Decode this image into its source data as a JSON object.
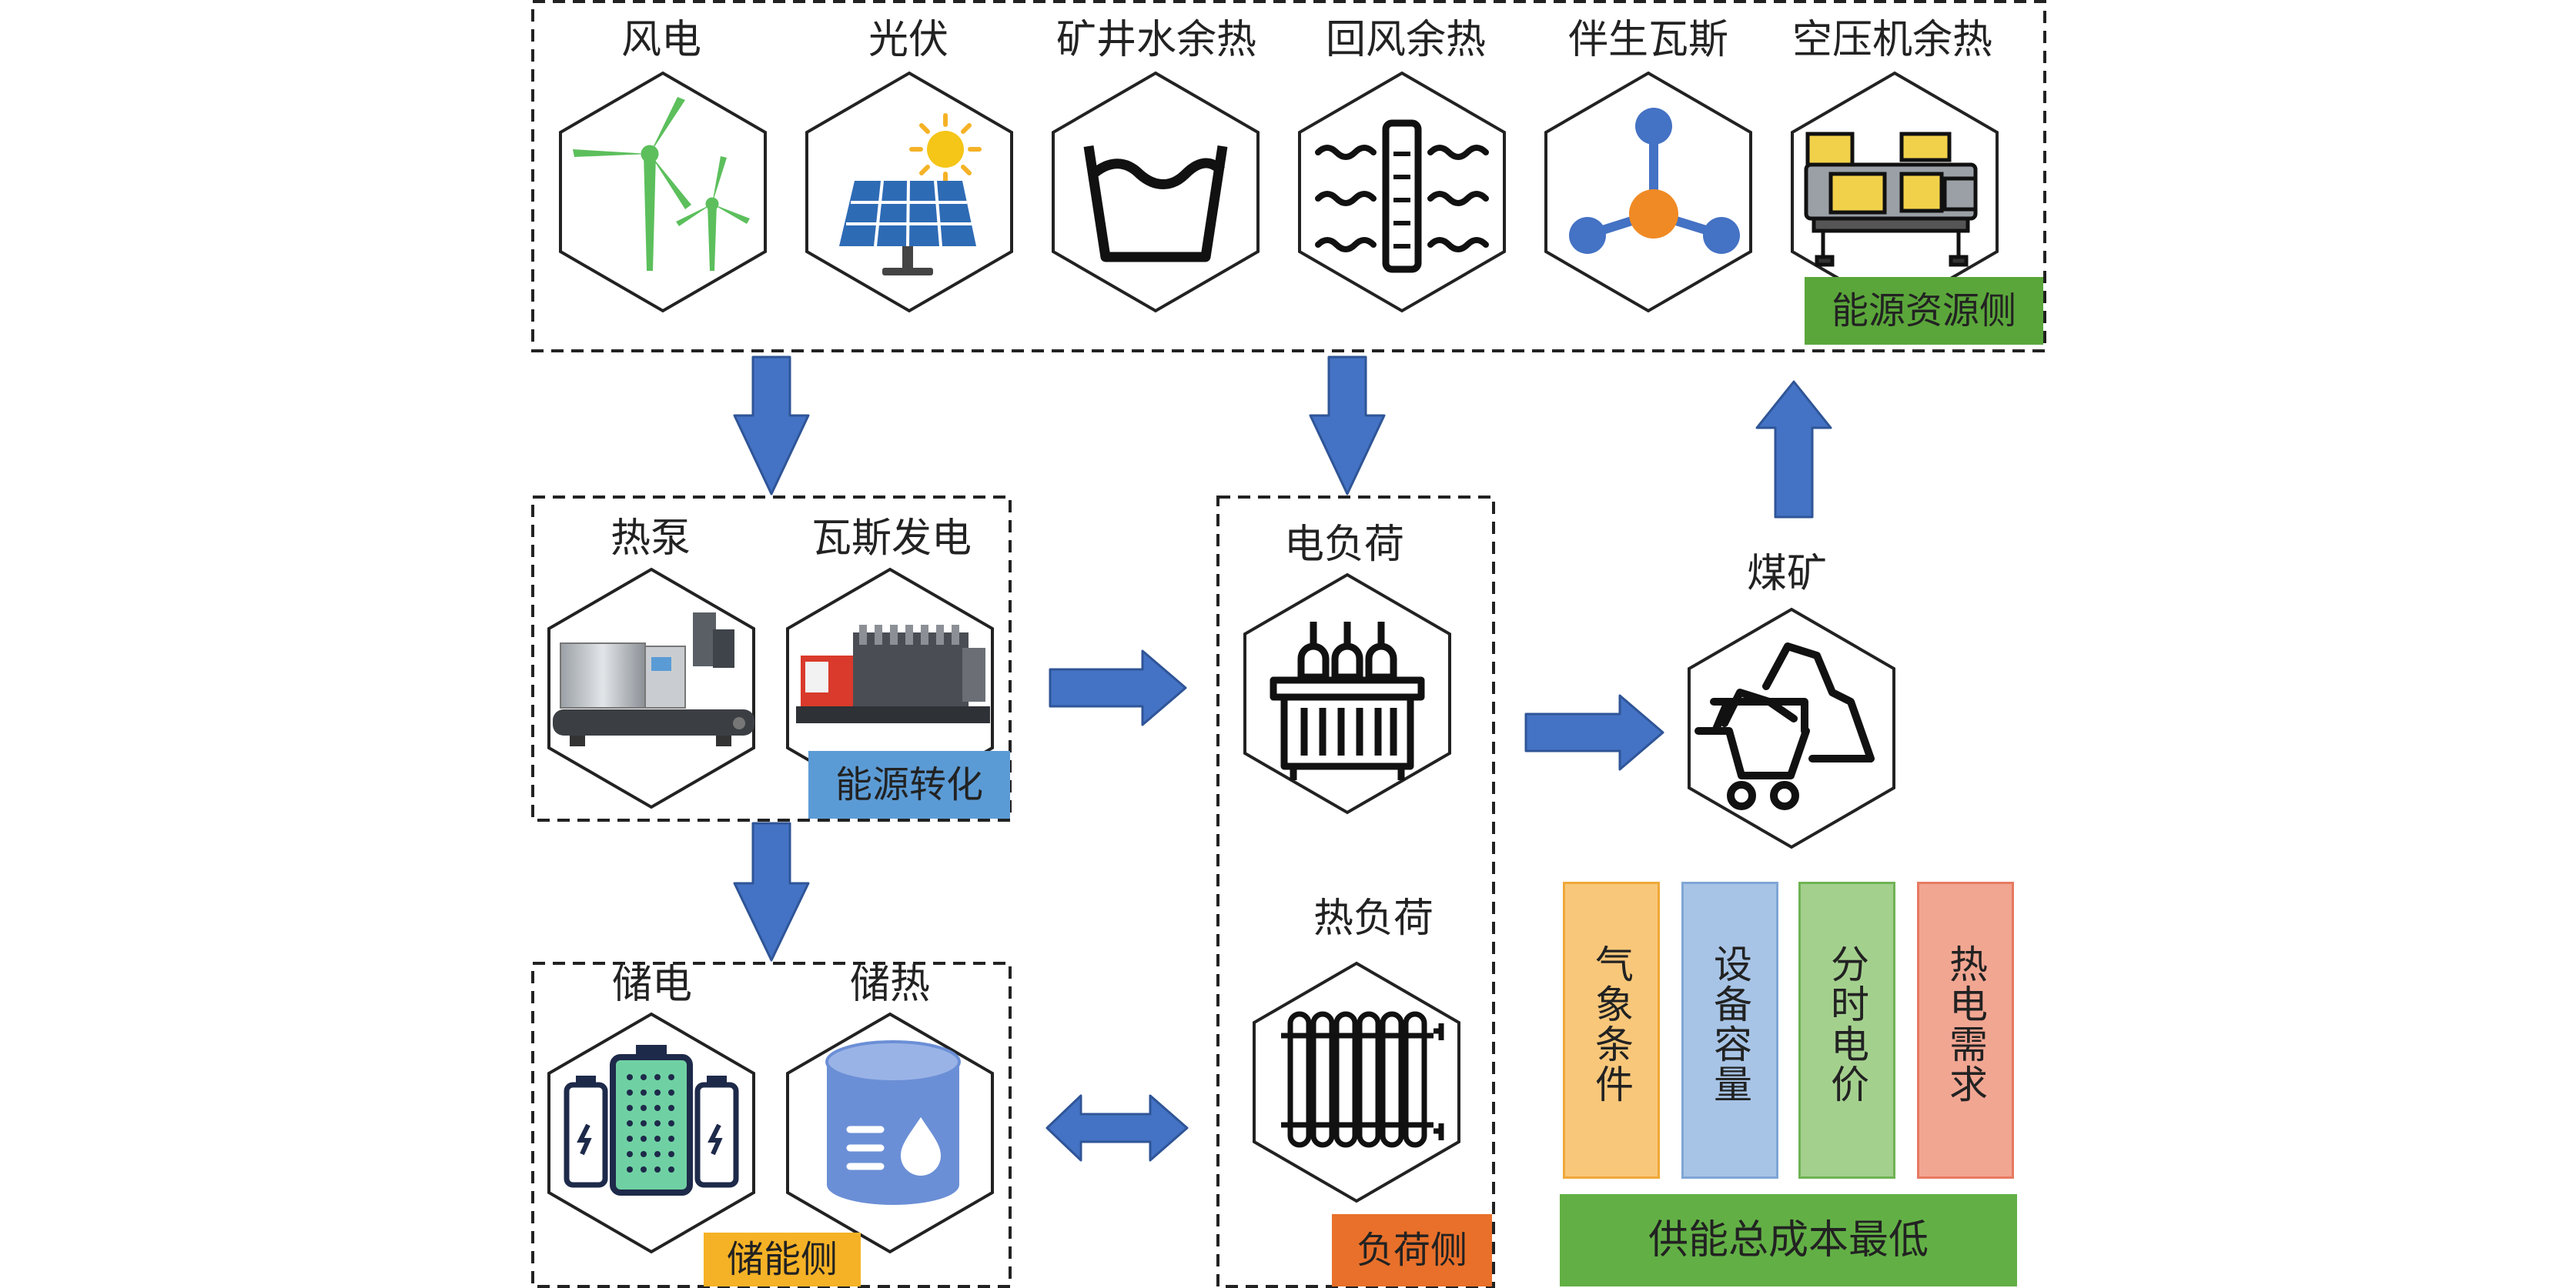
{
  "resource_side": {
    "items": [
      {
        "label": "风电",
        "icon": "wind-turbine-icon"
      },
      {
        "label": "光伏",
        "icon": "solar-panel-icon"
      },
      {
        "label": "矿井水余热",
        "icon": "mine-water-icon"
      },
      {
        "label": "回风余热",
        "icon": "return-air-heat-icon"
      },
      {
        "label": "伴生瓦斯",
        "icon": "gas-molecule-icon"
      },
      {
        "label": "空压机余热",
        "icon": "air-compressor-icon"
      }
    ],
    "tag": "能源资源侧",
    "tag_color": "#5aa63a"
  },
  "conversion": {
    "items": [
      {
        "label": "热泵",
        "icon": "heat-pump-icon"
      },
      {
        "label": "瓦斯发电",
        "icon": "gas-generator-icon"
      }
    ],
    "tag": "能源转化",
    "tag_color": "#5b9bd5"
  },
  "storage": {
    "items": [
      {
        "label": "储电",
        "icon": "battery-icon"
      },
      {
        "label": "储热",
        "icon": "heat-tank-icon"
      }
    ],
    "tag": "储能侧",
    "tag_color": "#f5b226"
  },
  "load_side": {
    "items": [
      {
        "label": "电负荷",
        "icon": "transformer-icon"
      },
      {
        "label": "热负荷",
        "icon": "radiator-icon"
      }
    ],
    "tag": "负荷侧",
    "tag_color": "#e8702a"
  },
  "coal_mine": {
    "label": "煤矿",
    "icon": "coal-cart-icon"
  },
  "factors": [
    {
      "label": "气象条件",
      "fill": "#f8c77a",
      "border": "#f0a83a"
    },
    {
      "label": "设备容量",
      "fill": "#a7c4e6",
      "border": "#7fa6d6"
    },
    {
      "label": "分时电价",
      "fill": "#a4d08e",
      "border": "#6fb354"
    },
    {
      "label": "热电需求",
      "fill": "#f1a692",
      "border": "#e77a62"
    }
  ],
  "objective": {
    "label": "供能总成本最低",
    "fill": "#62b045"
  },
  "colors": {
    "arrow": "#4472c4",
    "arrow_stroke": "#2f5597"
  }
}
